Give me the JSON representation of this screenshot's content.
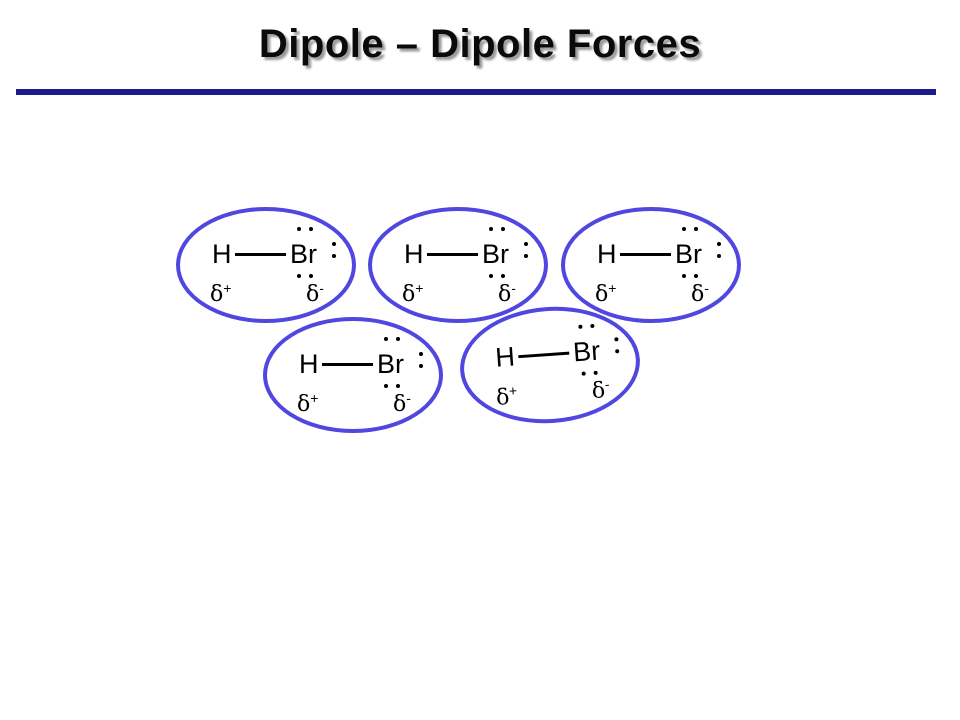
{
  "title": "Dipole – Dipole Forces",
  "colors": {
    "accent": "#1c1a8c",
    "ellipse": "#5046e0"
  },
  "molecules": [
    {
      "h": "H",
      "br": "Br",
      "delta": "δ",
      "plus": "+",
      "minus": "-"
    },
    {
      "h": "H",
      "br": "Br",
      "delta": "δ",
      "plus": "+",
      "minus": "-"
    },
    {
      "h": "H",
      "br": "Br",
      "delta": "δ",
      "plus": "+",
      "minus": "-"
    },
    {
      "h": "H",
      "br": "Br",
      "delta": "δ",
      "plus": "+",
      "minus": "-"
    },
    {
      "h": "H",
      "br": "Br",
      "delta": "δ",
      "plus": "+",
      "minus": "-"
    }
  ]
}
